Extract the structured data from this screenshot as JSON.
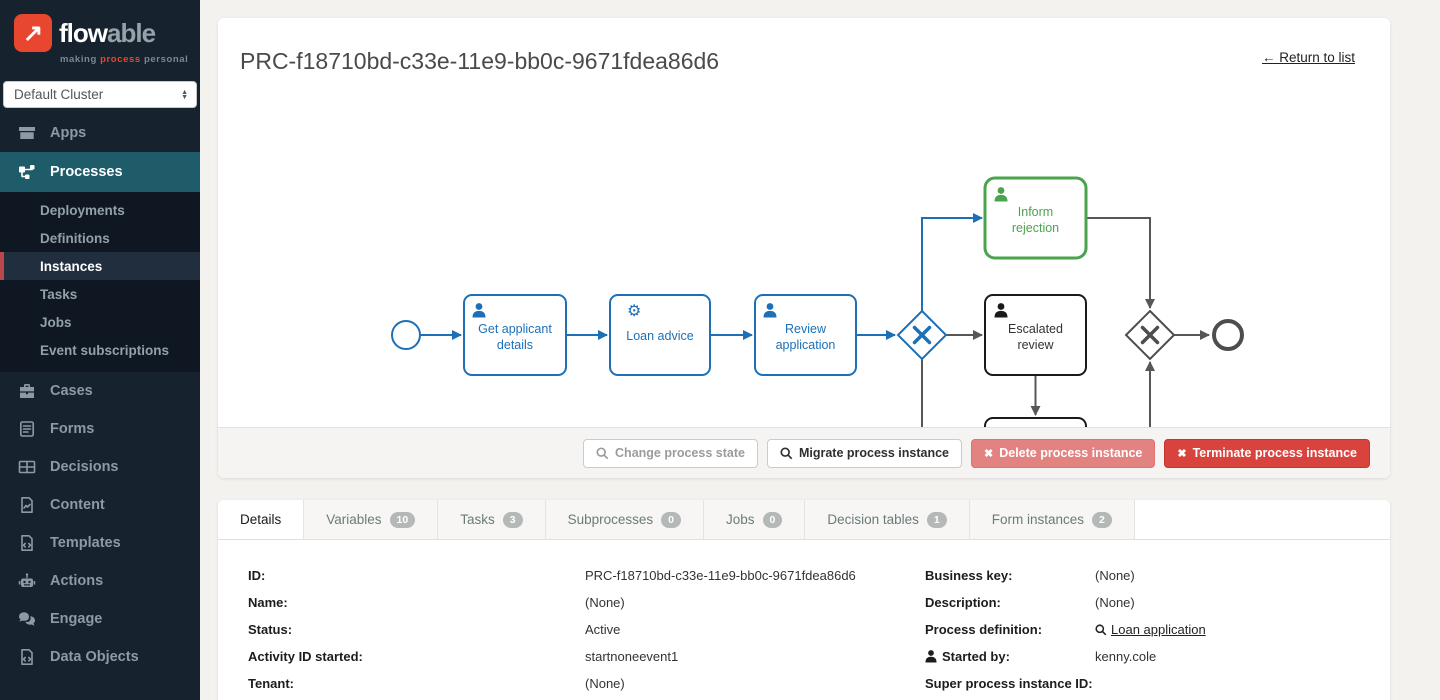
{
  "brand": {
    "part1": "flow",
    "part2": "able",
    "tagline_pre": "making ",
    "tagline_accent": "process",
    "tagline_post": " personal"
  },
  "cluster": {
    "selected": "Default Cluster"
  },
  "nav": {
    "apps": "Apps",
    "processes": "Processes",
    "sub": [
      "Deployments",
      "Definitions",
      "Instances",
      "Tasks",
      "Jobs",
      "Event subscriptions"
    ],
    "lower": [
      "Cases",
      "Forms",
      "Decisions",
      "Content",
      "Templates",
      "Actions",
      "Engage",
      "Data Objects"
    ]
  },
  "header": {
    "title": "PRC-f18710bd-c33e-11e9-bb0c-9671fdea86d6",
    "return_link": "← Return to list"
  },
  "icons": {
    "gear": "⚙",
    "cross": "✖",
    "logo_arrow": "↗",
    "select_up": "▲",
    "select_down": "▼"
  },
  "diagram": {
    "colors": {
      "executed": "#1d70b7",
      "pending": "#57575a",
      "highlight": "#4aa34e",
      "dark": "#1a1a1a"
    },
    "tasks": {
      "get_applicant": {
        "line1": "Get applicant",
        "line2": "details"
      },
      "loan_advice": {
        "line1": "Loan advice",
        "line2": ""
      },
      "review_application": {
        "line1": "Review",
        "line2": "application"
      },
      "inform_rejection": {
        "line1": "Inform",
        "line2": "rejection"
      },
      "escalated_review": {
        "line1": "Escalated",
        "line2": "review"
      }
    }
  },
  "actions": {
    "change_state": "Change process state",
    "migrate": "Migrate process instance",
    "delete": "Delete process instance",
    "terminate": "Terminate process instance"
  },
  "tabs": {
    "details": "Details",
    "variables": "Variables",
    "variables_count": "10",
    "tasks": "Tasks",
    "tasks_count": "3",
    "subprocesses": "Subprocesses",
    "subprocesses_count": "0",
    "jobs": "Jobs",
    "jobs_count": "0",
    "decision_tables": "Decision tables",
    "decision_tables_count": "1",
    "form_instances": "Form instances",
    "form_instances_count": "2"
  },
  "details": {
    "id_label": "ID:",
    "id_value": "PRC-f18710bd-c33e-11e9-bb0c-9671fdea86d6",
    "name_label": "Name:",
    "name_value": "(None)",
    "status_label": "Status:",
    "status_value": "Active",
    "activity_label": "Activity ID started:",
    "activity_value": "startnoneevent1",
    "tenant_label": "Tenant:",
    "tenant_value": "(None)",
    "business_key_label": "Business key:",
    "business_key_value": "(None)",
    "description_label": "Description:",
    "description_value": "(None)",
    "process_definition_label": "Process definition:",
    "process_definition_value": "Loan application",
    "started_by_label": "Started by:",
    "started_by_value": "kenny.cole",
    "super_process_label": "Super process instance ID:",
    "super_process_value": ""
  }
}
